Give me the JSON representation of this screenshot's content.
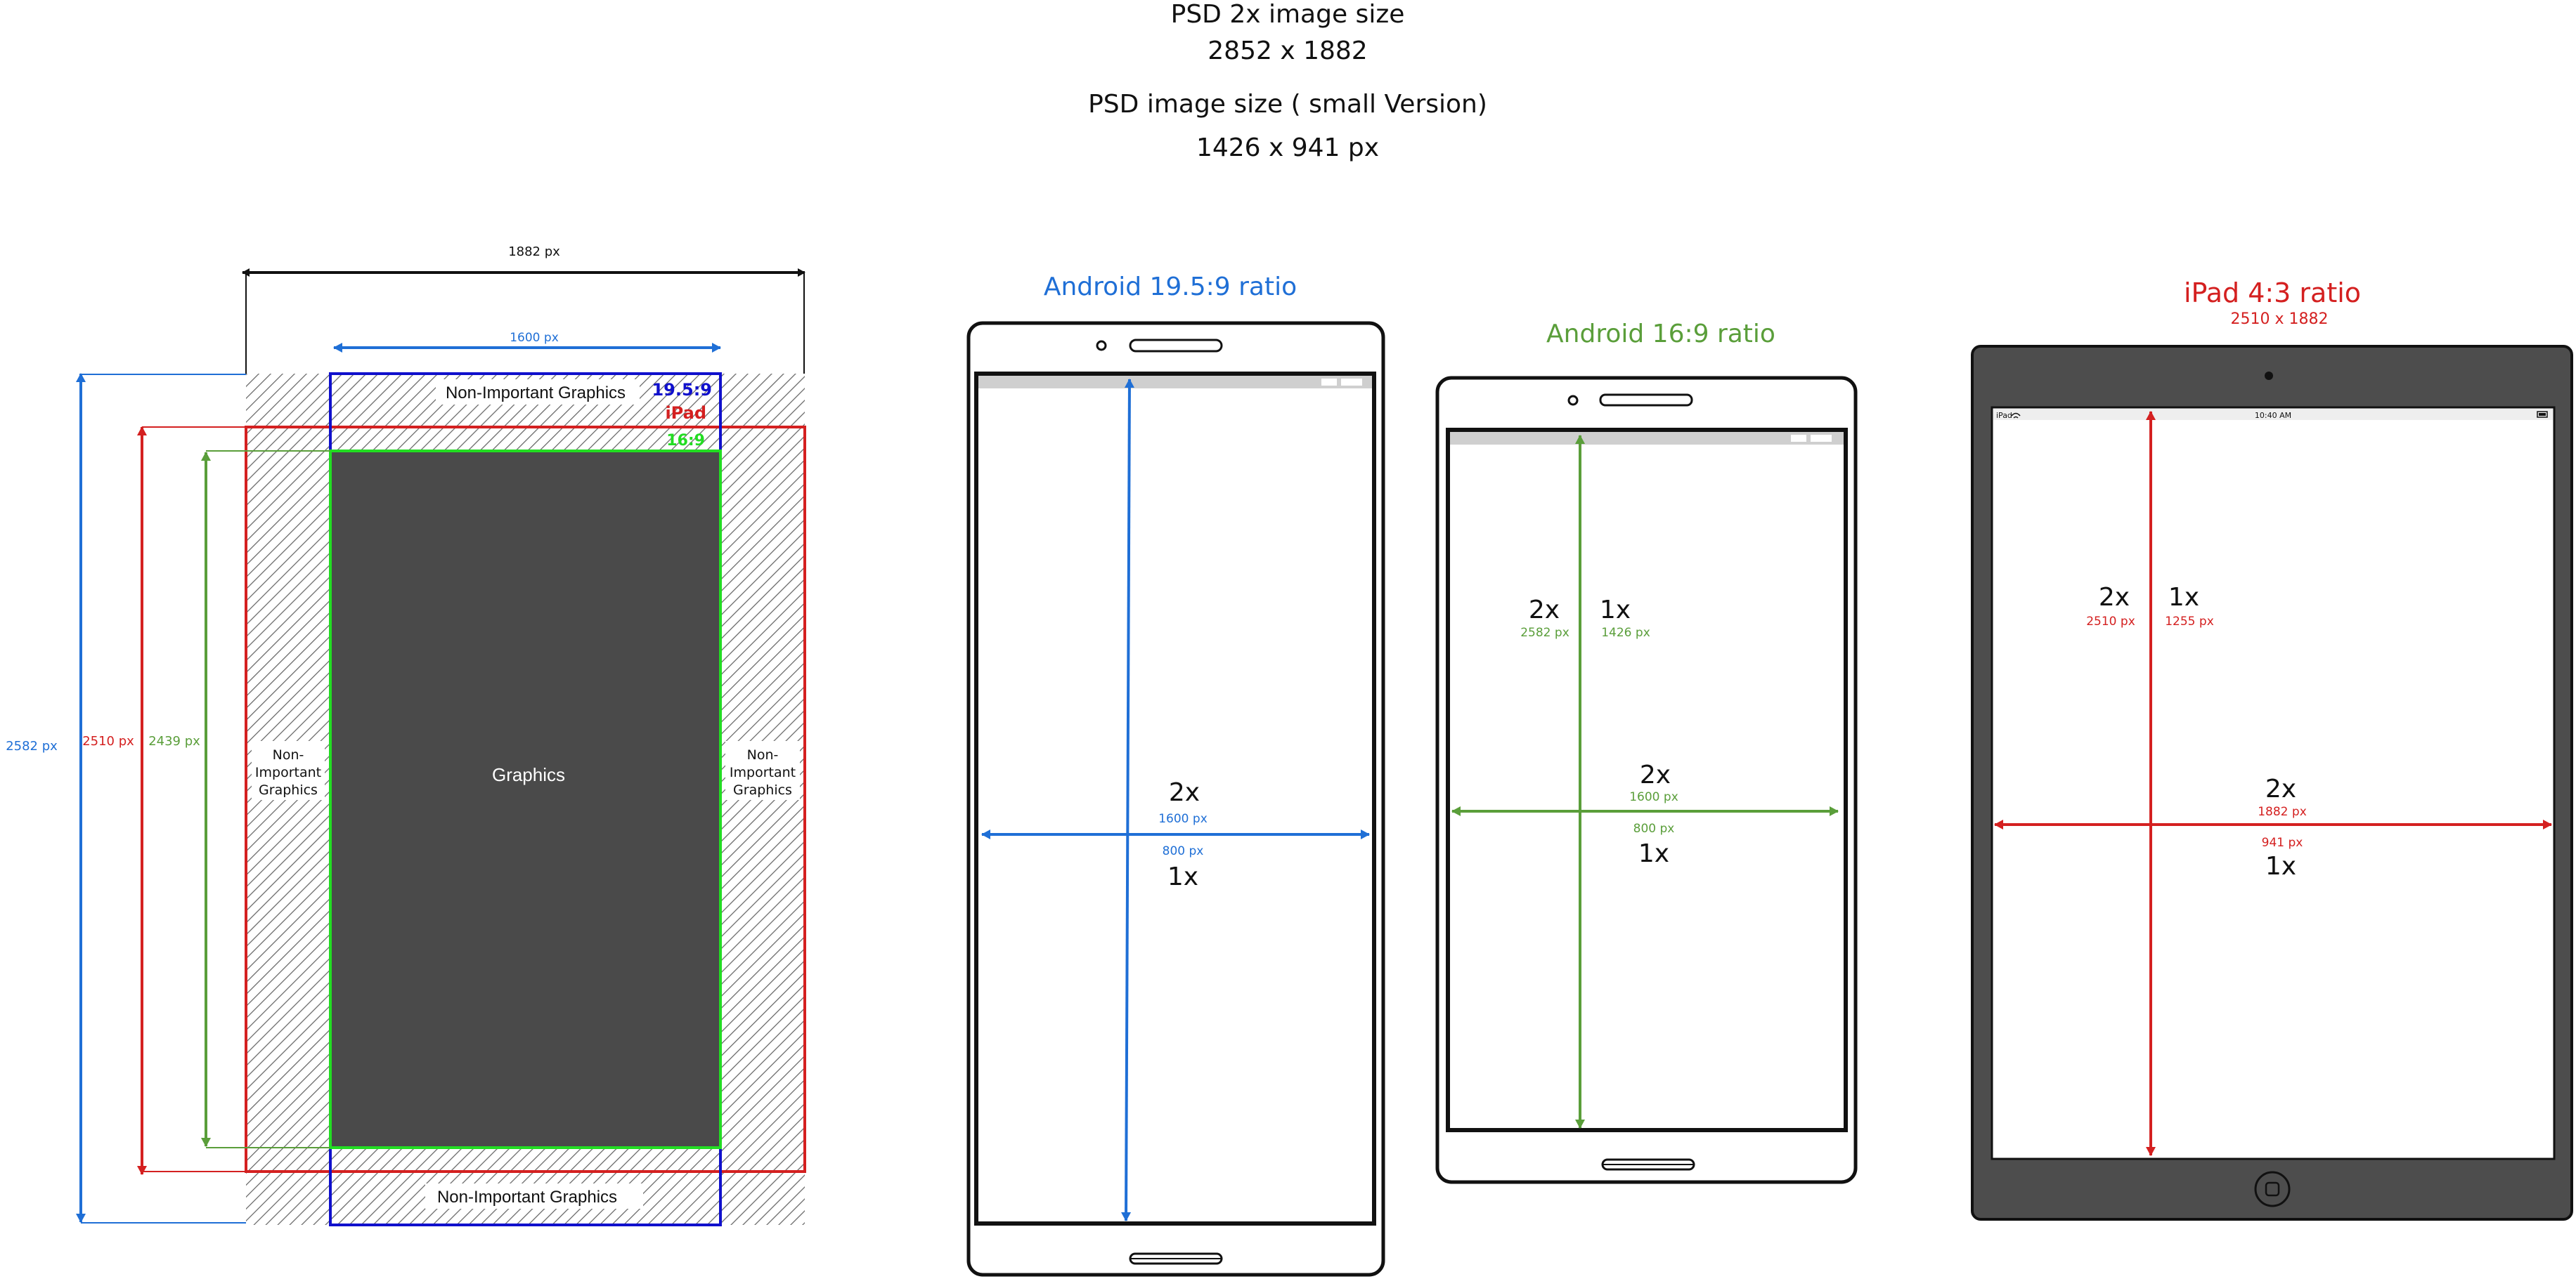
{
  "header": {
    "psd2x_label": "PSD 2x image size",
    "psd2x_value": "2852 x 1882",
    "psd_small_label": "PSD image size  ( small Version)",
    "psd_small_value": "1426 x 941 px"
  },
  "layout_diagram": {
    "width_total": "1882 px",
    "width_inner": "1600 px",
    "height_blue": "2582 px",
    "height_red": "2510 px",
    "height_green": "2439 px",
    "top_label": "Non-Important Graphics",
    "bottom_label": "Non-Important Graphics",
    "tag_195": "19.5:9",
    "tag_ipad": "iPad",
    "tag_169": "16:9",
    "side_label_lines": [
      "Non-",
      "Important",
      "Graphics"
    ],
    "center_label": "Graphics"
  },
  "android_195": {
    "title": "Android 19.5:9 ratio",
    "label_2x": "2x",
    "value_2x": "1600 px",
    "value_1x": "800 px",
    "label_1x": "1x"
  },
  "android_169": {
    "title": "Android 16:9 ratio",
    "v_label_2x": "2x",
    "v_value_2x": "2582 px",
    "v_label_1x": "1x",
    "v_value_1x": "1426 px",
    "h_label_2x": "2x",
    "h_value_2x": "1600 px",
    "h_value_1x": "800 px",
    "h_label_1x": "1x"
  },
  "ipad": {
    "title": "iPad 4:3 ratio",
    "subtitle": "2510 x 1882",
    "status_carrier": "iPad",
    "status_time": "10:40 AM",
    "v_label_2x": "2x",
    "v_value_2x": "2510 px",
    "v_label_1x": "1x",
    "v_value_1x": "1255 px",
    "h_label_2x": "2x",
    "h_value_2x": "1882 px",
    "h_value_1x": "941 px",
    "h_label_1x": "1x"
  },
  "colors": {
    "blue": "#1f6fd6",
    "red": "#d42020",
    "green": "#5a9e3a",
    "bright_green": "#22dd22",
    "navy": "#1010cc",
    "dark_fill": "#4a4a4a",
    "device_stroke": "#111111",
    "ipad_body": "#4d4d4d"
  },
  "icons": [
    "wifi-icon",
    "battery-icon",
    "signal-icon",
    "camera-icon",
    "home-button-icon",
    "speaker-icon"
  ]
}
